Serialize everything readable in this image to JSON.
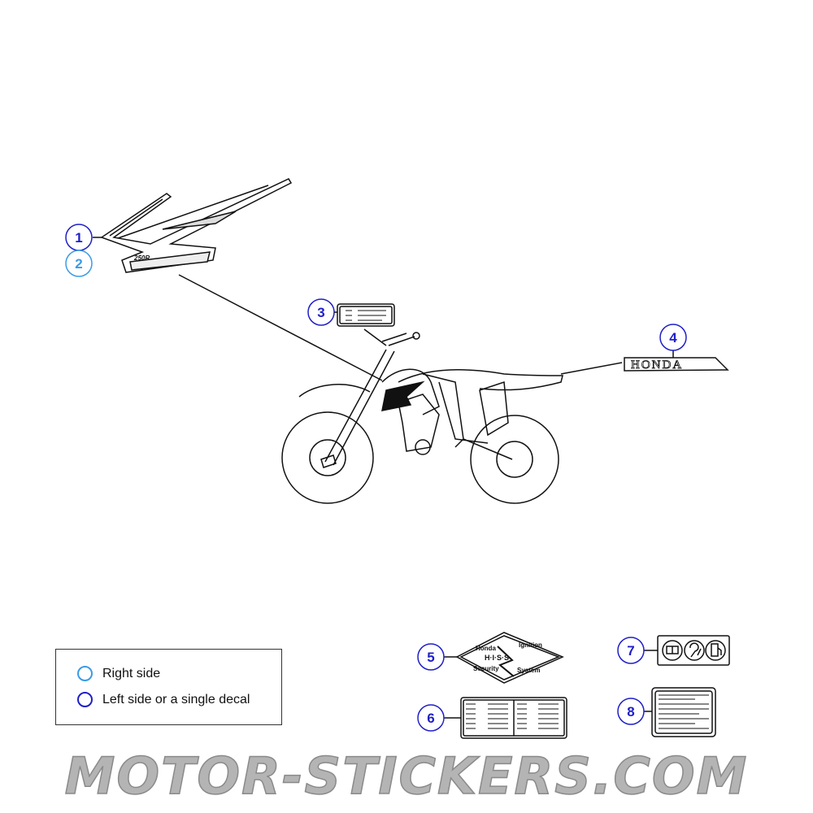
{
  "colors": {
    "left_side": "#1f1fc8",
    "right_side": "#3a9be8",
    "line": "#111111",
    "watermark": "#b4b4b4"
  },
  "callouts": [
    {
      "num": "1",
      "side": "left",
      "part": "shroud-stripe-decal"
    },
    {
      "num": "2",
      "side": "right",
      "part": "shroud-stripe-decal"
    },
    {
      "num": "3",
      "side": "left",
      "part": "caution-label"
    },
    {
      "num": "4",
      "side": "left",
      "part": "honda-emblem"
    },
    {
      "num": "5",
      "side": "left",
      "part": "his-security-label"
    },
    {
      "num": "6",
      "side": "left",
      "part": "info-label"
    },
    {
      "num": "7",
      "side": "left",
      "part": "symbol-label"
    },
    {
      "num": "8",
      "side": "left",
      "part": "info-label"
    }
  ],
  "decals": {
    "shroud_text": "250R",
    "emblem_text": "HONDA",
    "his_label": {
      "top_left": "Honda",
      "top_right": "Ignition",
      "center": "H·I·S·S",
      "bottom_left": "Security",
      "bottom_right": "System"
    }
  },
  "legend": {
    "right_side": "Right side",
    "left_side": "Left side or a single decal"
  },
  "watermark": "MOTOR-STICKERS.COM"
}
